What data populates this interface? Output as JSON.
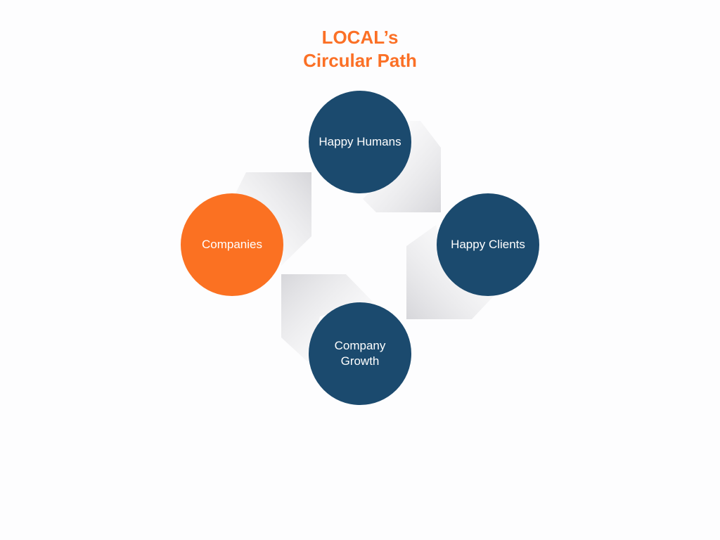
{
  "title": {
    "line1": "LOCAL’s",
    "line2": "Circular Path"
  },
  "nodes": {
    "top": "Happy Humans",
    "right": "Happy Clients",
    "bottom": "Company\nGrowth",
    "left": "Companies"
  },
  "colors": {
    "accent": "#fb7026",
    "node_blue": "#1b4a6e",
    "node_orange": "#fb7122"
  }
}
